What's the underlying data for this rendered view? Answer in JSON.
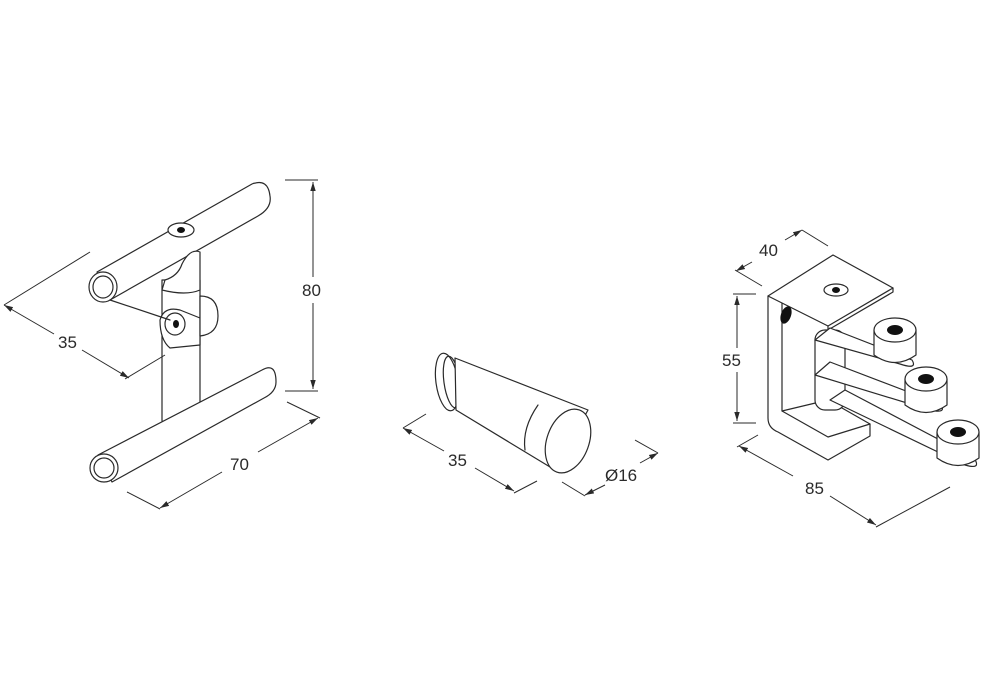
{
  "drawing": {
    "background": "#ffffff",
    "line_color": "#2a2a2a",
    "parts": [
      {
        "name": "double-arm-bracket",
        "dimensions": {
          "depth": "35",
          "width": "70",
          "height": "80"
        }
      },
      {
        "name": "conical-knob",
        "dimensions": {
          "length": "35",
          "diameter": "Ø16"
        }
      },
      {
        "name": "triple-roller-bracket",
        "dimensions": {
          "top_width": "40",
          "height": "55",
          "length": "85"
        }
      }
    ]
  }
}
